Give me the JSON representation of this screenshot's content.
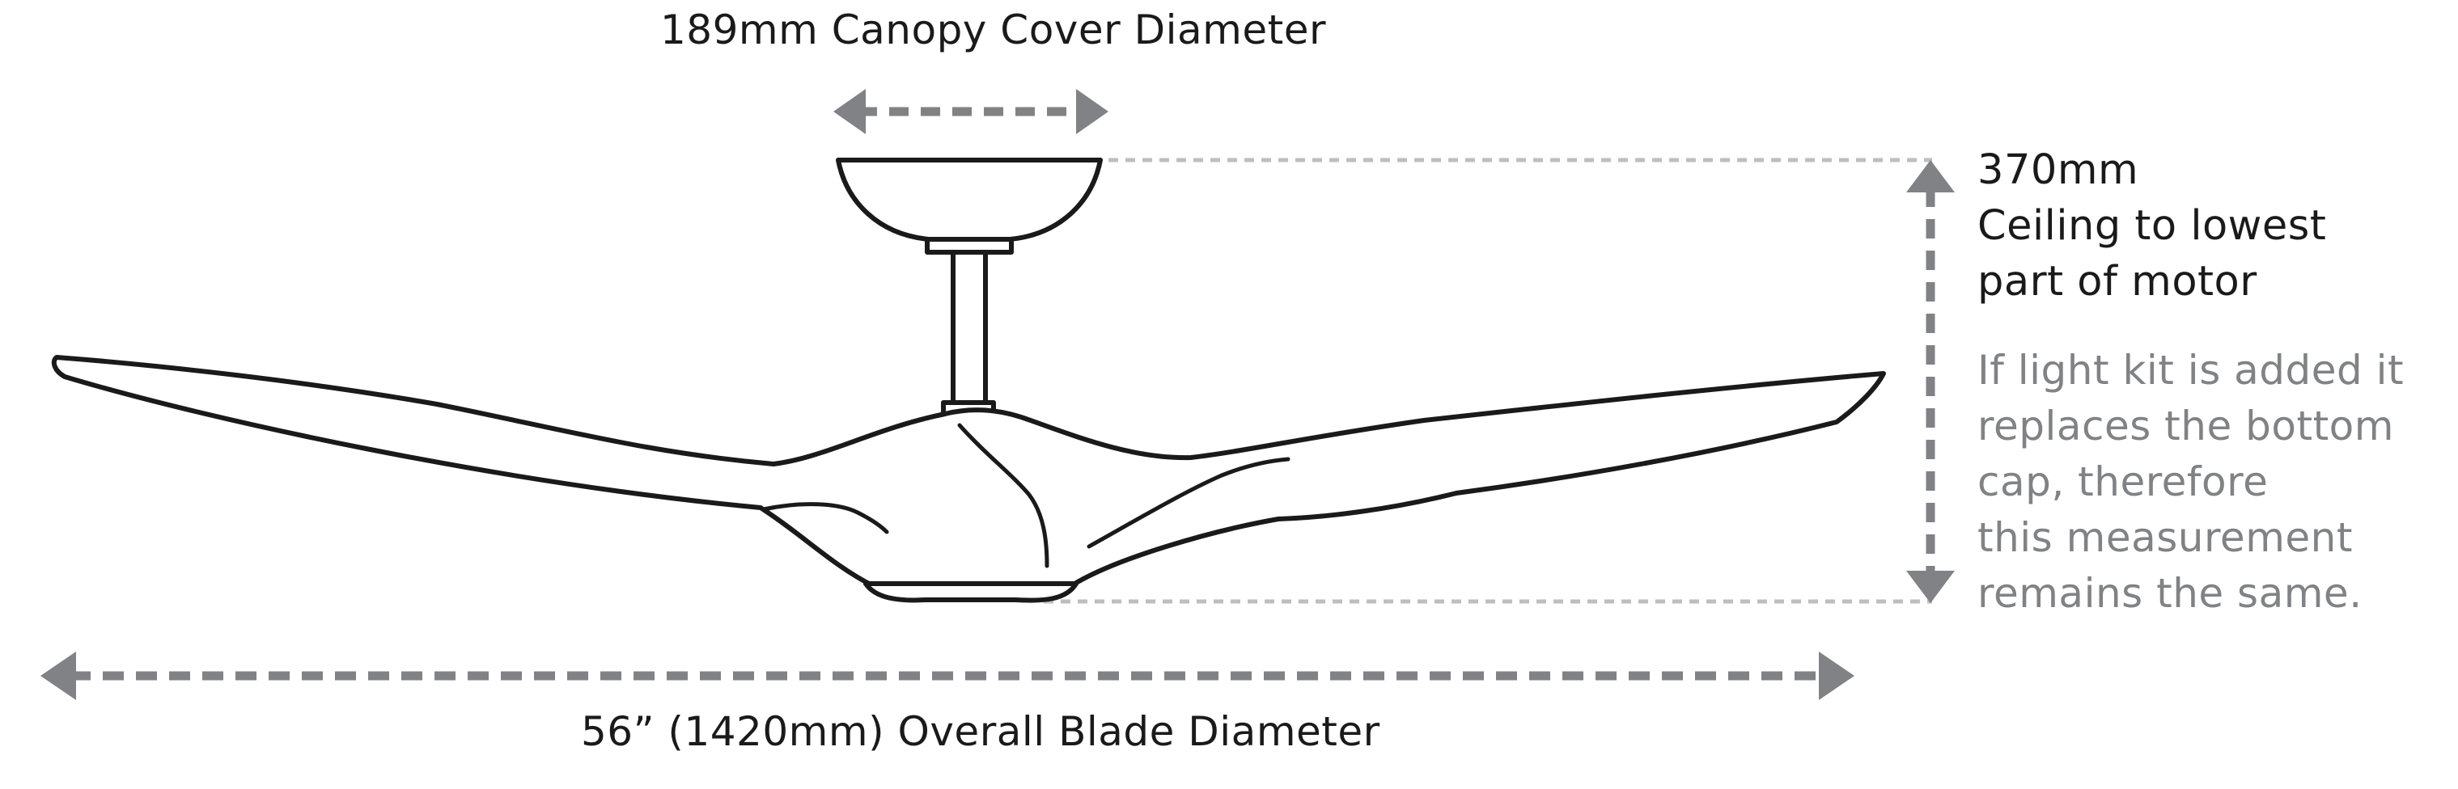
{
  "labels": {
    "canopy_cover": "189mm Canopy Cover Diameter",
    "blade_diameter": "56” (1420mm) Overall Blade Diameter",
    "height": {
      "lines": [
        "370mm",
        "Ceiling to lowest",
        "part of motor"
      ]
    },
    "light_kit_note": {
      "lines": [
        "If light kit is added it",
        "replaces the bottom",
        "cap, therefore",
        "this measurement",
        "remains the same."
      ]
    }
  },
  "colors": {
    "dimension_arrow": "#808285",
    "guide_line": "#bcbec0",
    "outline": "#1a1a1a",
    "text": "#1a1a1a",
    "note_text": "#808285"
  }
}
